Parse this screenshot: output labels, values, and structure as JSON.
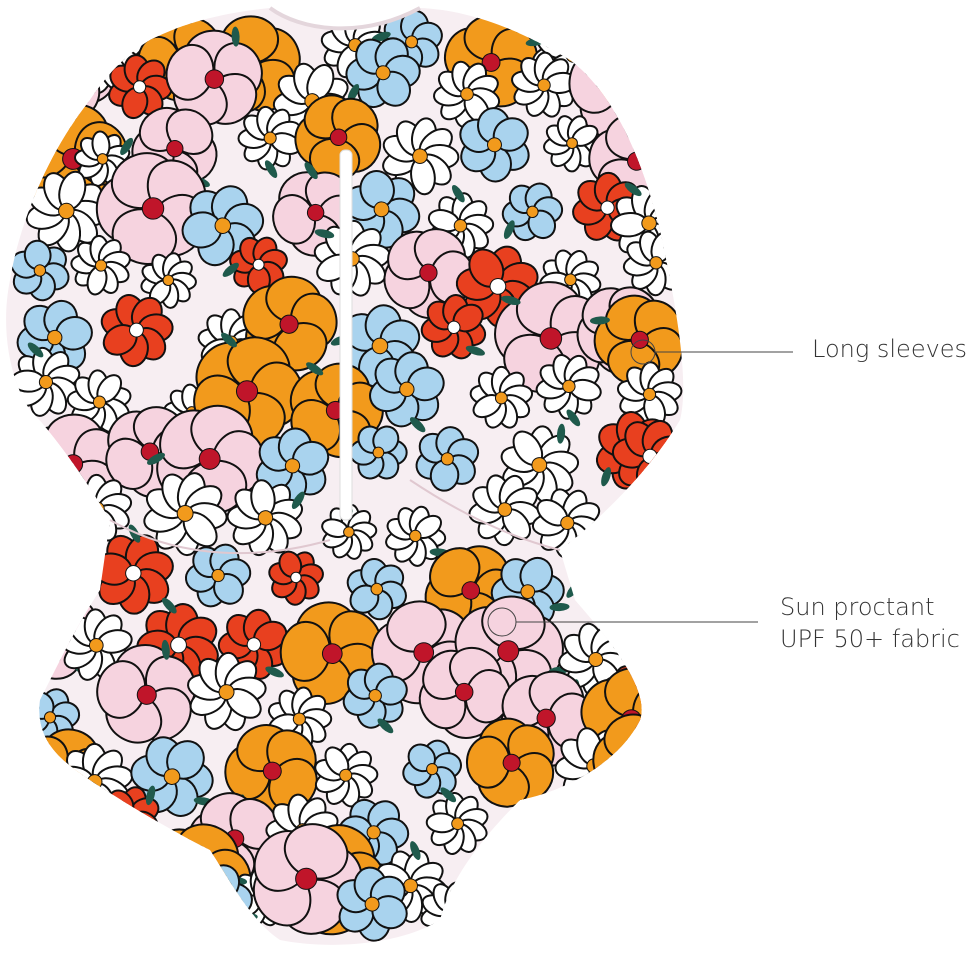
{
  "callouts": [
    {
      "label": "Long sleeves"
    },
    {
      "label_line1": "Sun proctant",
      "label_line2": "UPF 50+ fabric"
    }
  ],
  "colors": {
    "fabric": "#f7eef2",
    "pink": "#f6d3df",
    "orange": "#f29a1c",
    "red": "#e8401f",
    "blue": "#a9d3ee",
    "leaf": "#1f5a4c",
    "center_red": "#c0152a",
    "text": "#333333",
    "line": "#444444"
  }
}
